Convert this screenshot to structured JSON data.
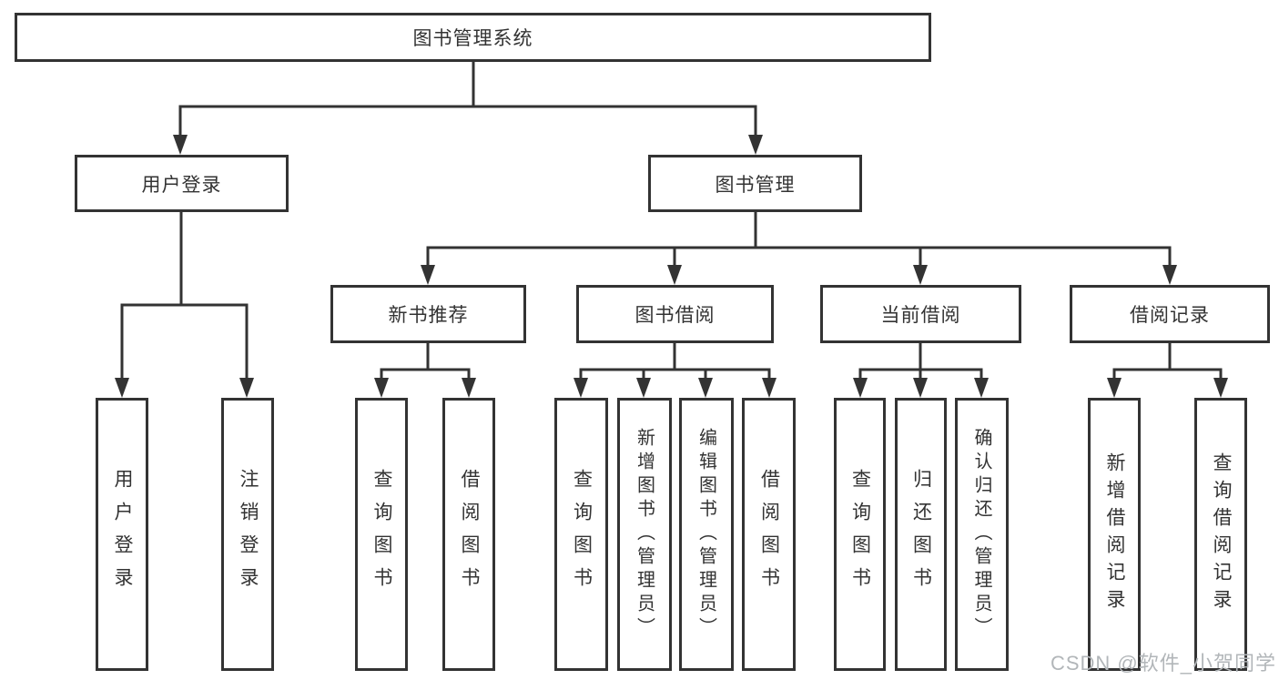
{
  "diagram_title": "图书管理系统",
  "tree": {
    "root": {
      "label": "图书管理系统",
      "children": [
        {
          "label": "用户登录",
          "children": [
            {
              "label": "用户登录"
            },
            {
              "label": "注销登录"
            }
          ]
        },
        {
          "label": "图书管理",
          "children": [
            {
              "label": "新书推荐",
              "children": [
                {
                  "label": "查询图书"
                },
                {
                  "label": "借阅图书"
                }
              ]
            },
            {
              "label": "图书借阅",
              "children": [
                {
                  "label": "查询图书"
                },
                {
                  "label": "新增图书（管理员）"
                },
                {
                  "label": "编辑图书（管理员）"
                },
                {
                  "label": "借阅图书"
                }
              ]
            },
            {
              "label": "当前借阅",
              "children": [
                {
                  "label": "查询图书"
                },
                {
                  "label": "归还图书"
                },
                {
                  "label": "确认归还（管理员）"
                }
              ]
            },
            {
              "label": "借阅记录",
              "children": [
                {
                  "label": "新增借阅记录"
                },
                {
                  "label": "查询借阅记录"
                }
              ]
            }
          ]
        }
      ]
    }
  },
  "watermark": {
    "text": "CSDN @软件_小贺同学"
  },
  "colors": {
    "line": "#333333",
    "text": "#333333",
    "background": "#ffffff",
    "watermark": "#b2b6b9"
  }
}
